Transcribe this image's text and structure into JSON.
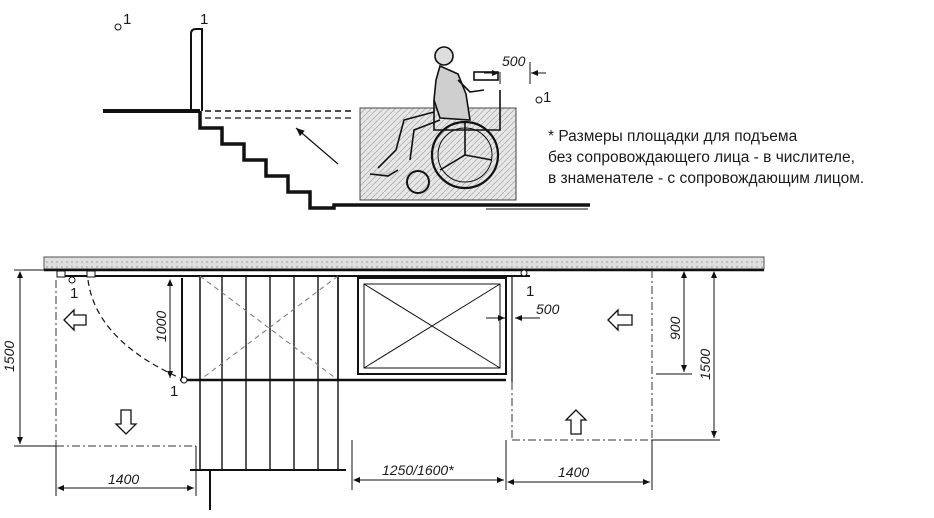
{
  "note": {
    "line1": "* Размеры площадки для подъема",
    "line2": "без сопровождающего лица - в числителе,",
    "line3": "в знаменателе - с сопровождающим лицом."
  },
  "markers": {
    "m1": "1",
    "m2": "1",
    "m3": "1",
    "m4": "1",
    "m5": "1",
    "m6": "1"
  },
  "dimensions": {
    "top_500": "500",
    "left_1500": "1500",
    "door_1000": "1000",
    "left_1400": "1400",
    "platform_1250_1600": "1250/1600*",
    "plan_500": "500",
    "right_900": "900",
    "right_1500": "1500",
    "right_1400": "1400"
  }
}
